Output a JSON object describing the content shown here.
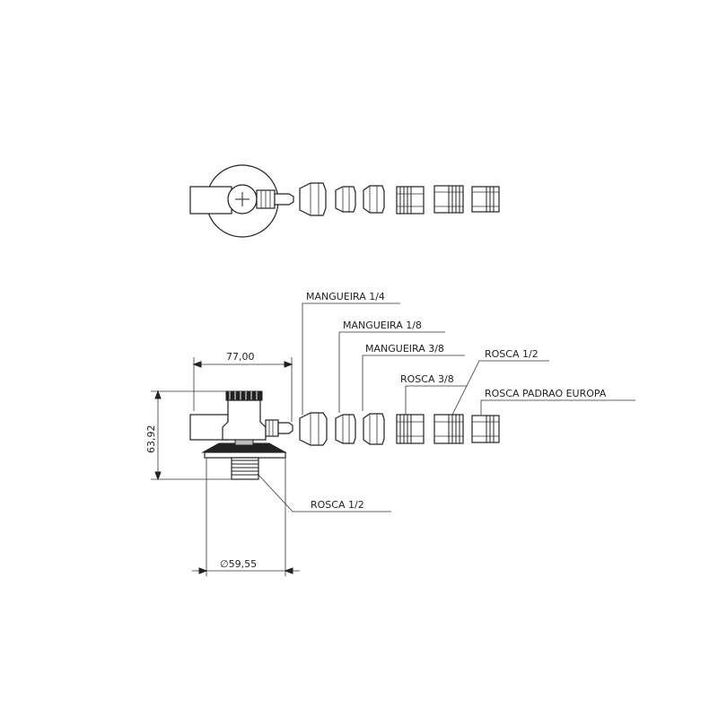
{
  "labels": {
    "mangueira_1_4": "MANGUEIRA 1/4",
    "mangueira_1_8": "MANGUEIRA 1/8",
    "mangueira_3_8": "MANGUEIRA 3/8",
    "rosca_1_2_top": "ROSCA 1/2",
    "rosca_3_8": "ROSCA 3/8",
    "rosca_padrao_europa": "ROSCA PADRAO EUROPA",
    "rosca_1_2_bottom": "ROSCA 1/2"
  },
  "dimensions": {
    "width": "77,00",
    "height": "63,92",
    "diameter": "∅59,55"
  },
  "colors": {
    "line": "#222222",
    "fill_light": "#ffffff",
    "fill_grey": "#bdbdbd"
  }
}
